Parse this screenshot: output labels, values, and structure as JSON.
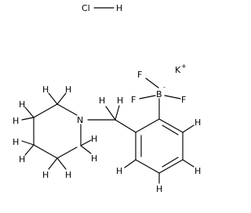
{
  "structure": {
    "salt_formula": "HCl",
    "counter_ion": "K+",
    "atoms": {
      "cl": "Cl",
      "h_hcl": "H",
      "k": "K",
      "k_charge": "+",
      "f_top": "F",
      "f_left": "F",
      "f_right": "F",
      "b": "B",
      "b_charge": "-",
      "n": "N",
      "h": "H"
    }
  },
  "colors": {
    "ink": "#000000",
    "background": "#ffffff"
  }
}
